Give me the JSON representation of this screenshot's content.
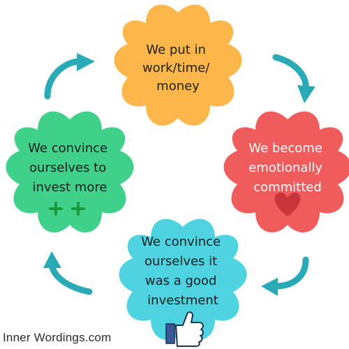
{
  "nodes": {
    "top": {
      "lines": [
        "We put in",
        "work/time/",
        "money"
      ],
      "fill": "#fdb64a",
      "text_color": "#1e1e1e"
    },
    "right": {
      "lines": [
        "We become",
        "emotionally",
        "committed"
      ],
      "fill": "#f05b5b",
      "text_color": "#ffffff"
    },
    "bottom": {
      "lines": [
        "We convince",
        "ourselves it",
        "was a good",
        "investment"
      ],
      "fill": "#4ed3e1",
      "text_color": "#1e1e1e"
    },
    "left": {
      "lines": [
        "We convince",
        "ourselves to",
        "invest more"
      ],
      "fill": "#3fd189",
      "text_color": "#1e1e1e"
    }
  },
  "icons": {
    "right": "heart-icon",
    "bottom": "thumbs-up-icon",
    "left": "plus-plus-icon"
  },
  "colors": {
    "arrow": "#2aa9b6",
    "heart": "#c9353a",
    "plus": "#1a9a3a",
    "thumb_blue": "#3b5998"
  },
  "footer": {
    "text": "Inner Wordings.com"
  }
}
